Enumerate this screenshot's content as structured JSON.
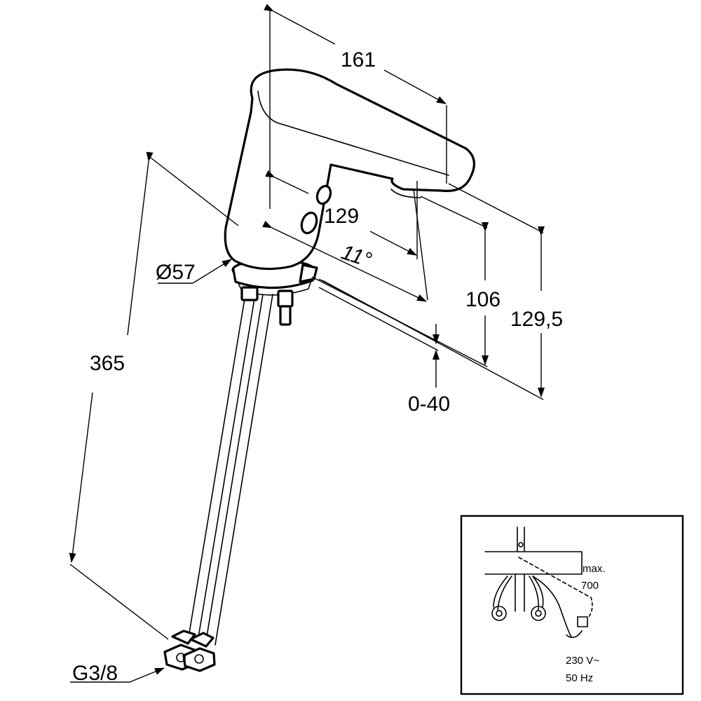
{
  "dimensions": {
    "spout_reach": "161",
    "spout_length": "129",
    "angle": "11°",
    "spout_height": "106",
    "total_height": "129,5",
    "deck_thickness": "0-40",
    "hose_length": "365",
    "base_diameter": "Ø57",
    "thread": "G3/8"
  },
  "inset": {
    "max_label": "max.",
    "max_value": "700",
    "voltage": "230 V~",
    "frequency": "50 Hz"
  }
}
